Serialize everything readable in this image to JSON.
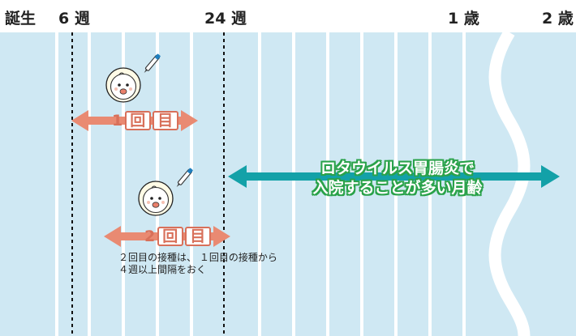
{
  "header": {
    "birth": "誕生",
    "week6": "6 週",
    "week24": "24 週",
    "age1": "1 歳",
    "age2": "2 歳"
  },
  "dose1": {
    "number": "1",
    "kai": "回",
    "me": "目"
  },
  "dose2": {
    "number": "2",
    "kai": "回",
    "me": "目"
  },
  "note": {
    "line1": "２回目の接種は、 １回目の接種から",
    "line2": "４週以上間隔をおく"
  },
  "rotavirus_period": {
    "line1": "ロタウイルス胃腸炎で",
    "line2": "入院することが多い月齢"
  },
  "icons": [
    "baby-face-icon",
    "dropper-icon"
  ],
  "colors": {
    "background_band": "#cfe8f3",
    "stripe": "#ffffff",
    "dose_arrow": "#e98a72",
    "period_arrow": "#13a1a8",
    "period_label_outline": "#2aa24a"
  }
}
